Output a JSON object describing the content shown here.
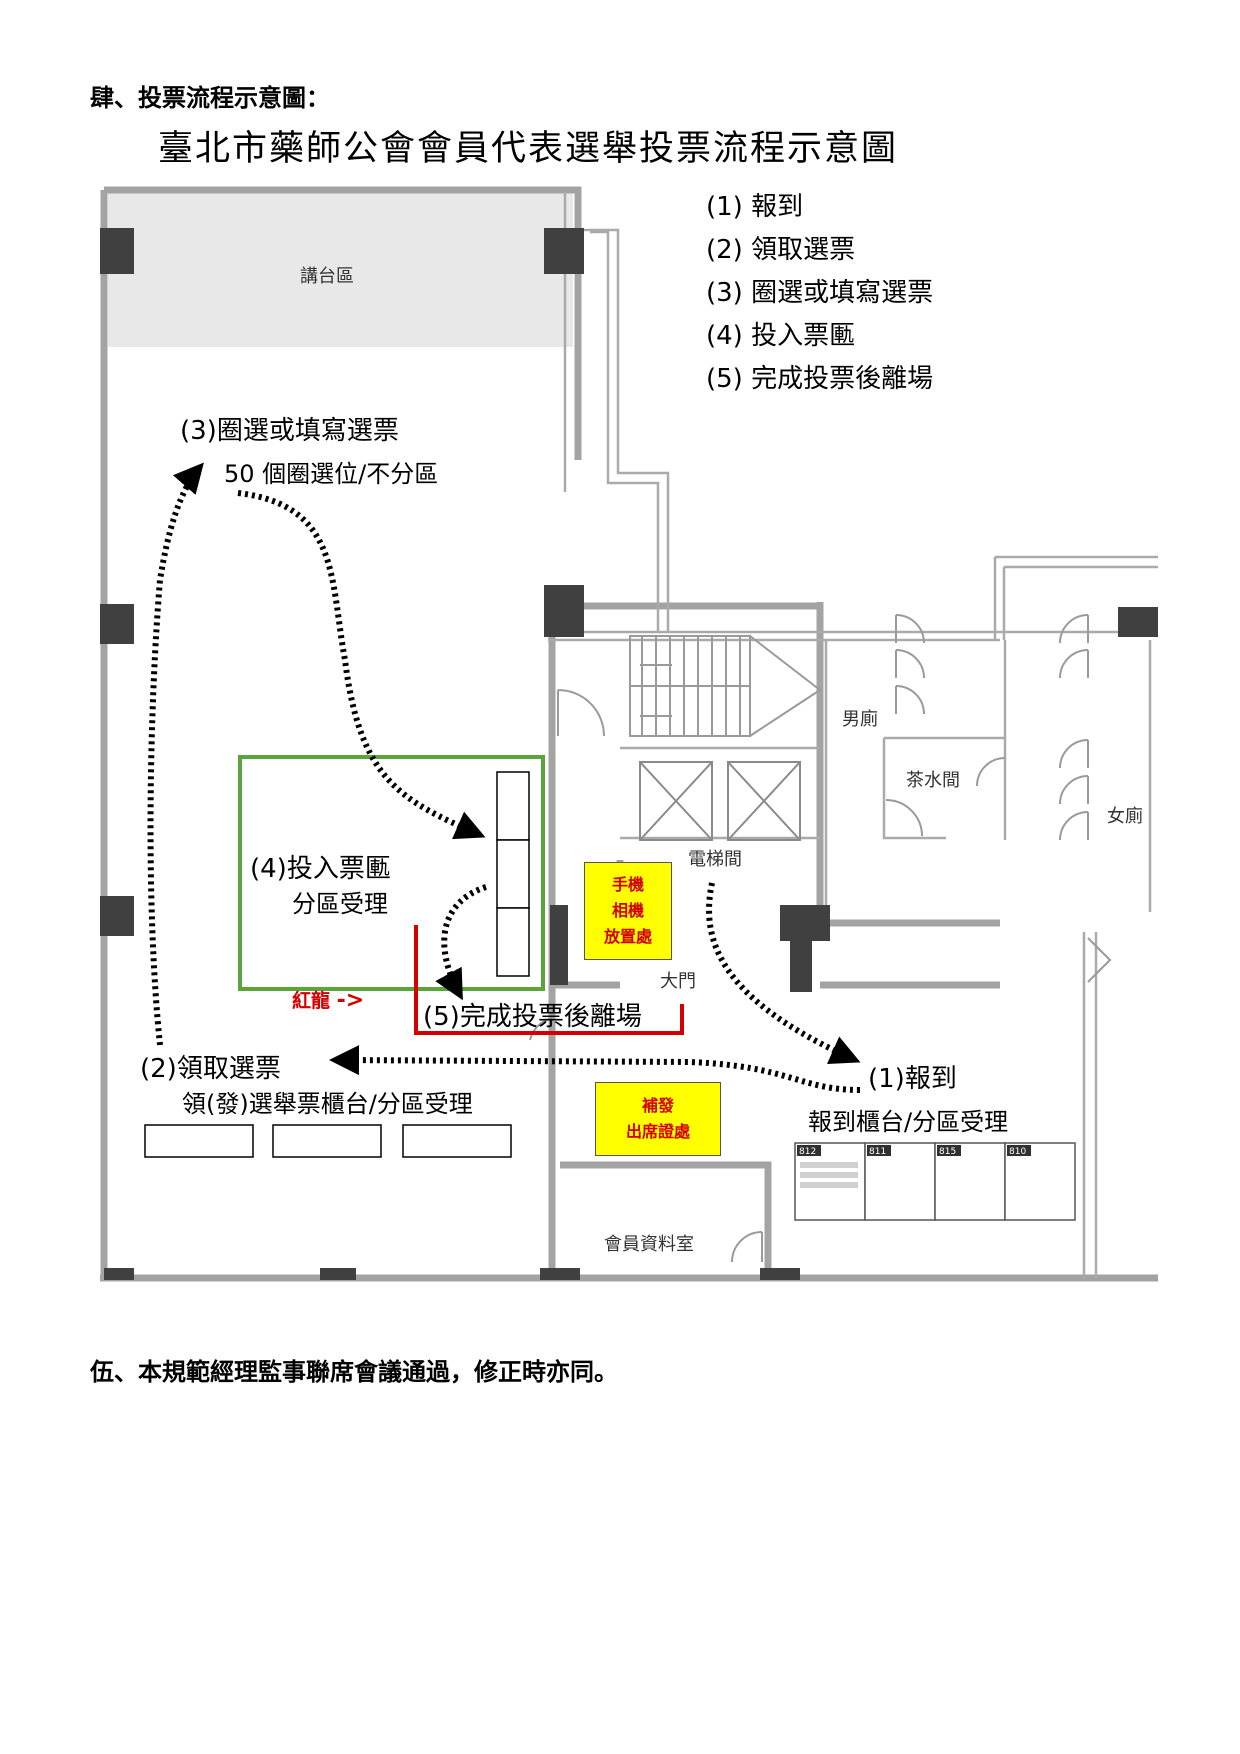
{
  "section4_heading": "肆、投票流程示意圖：",
  "diagram_title": "臺北市藥師公會會員代表選舉投票流程示意圖",
  "legend": [
    {
      "num": "(1)",
      "text": "報到"
    },
    {
      "num": "(2)",
      "text": "領取選票"
    },
    {
      "num": "(3)",
      "text": "圈選或填寫選票"
    },
    {
      "num": "(4)",
      "text": "投入票匭"
    },
    {
      "num": "(5)",
      "text": "完成投票後離場"
    }
  ],
  "rooms": {
    "stage": "講台區",
    "mens_restroom": "男廁",
    "tea_room": "茶水間",
    "womens_restroom": "女廁",
    "elevator_hall": "電梯間",
    "main_door": "大門",
    "member_records_room": "會員資料室"
  },
  "steps": {
    "step3_title": "(3)圈選或填寫選票",
    "step3_note": "50 個圈選位/不分區",
    "step4_title": "(4)投入票匭",
    "step4_note": "分區受理",
    "step5_title": "(5)完成投票後離場",
    "step2_title": "(2)領取選票",
    "step2_note": "領(發)選舉票櫃台/分區受理",
    "step1_title": "(1)報到",
    "step1_note": "報到櫃台/分區受理"
  },
  "phone_box": {
    "line1": "手機",
    "line2": "相機",
    "line3": "放置處"
  },
  "reissue_box": {
    "line1": "補發",
    "line2": "出席證處"
  },
  "red_rope_label": "紅龍",
  "red_rope_arrow": "->",
  "counter_numbers": [
    "812",
    "811",
    "815",
    "810"
  ],
  "section5_text": "伍、本規範經理監事聯席會議通過，修正時亦同。",
  "colors": {
    "wall": "#a3a3a3",
    "pillar": "#404040",
    "stage_fill": "#e8e8e8",
    "ballot_zone": "#5aa53a",
    "red_rope": "#d40000",
    "yellow": "#ffff00"
  }
}
